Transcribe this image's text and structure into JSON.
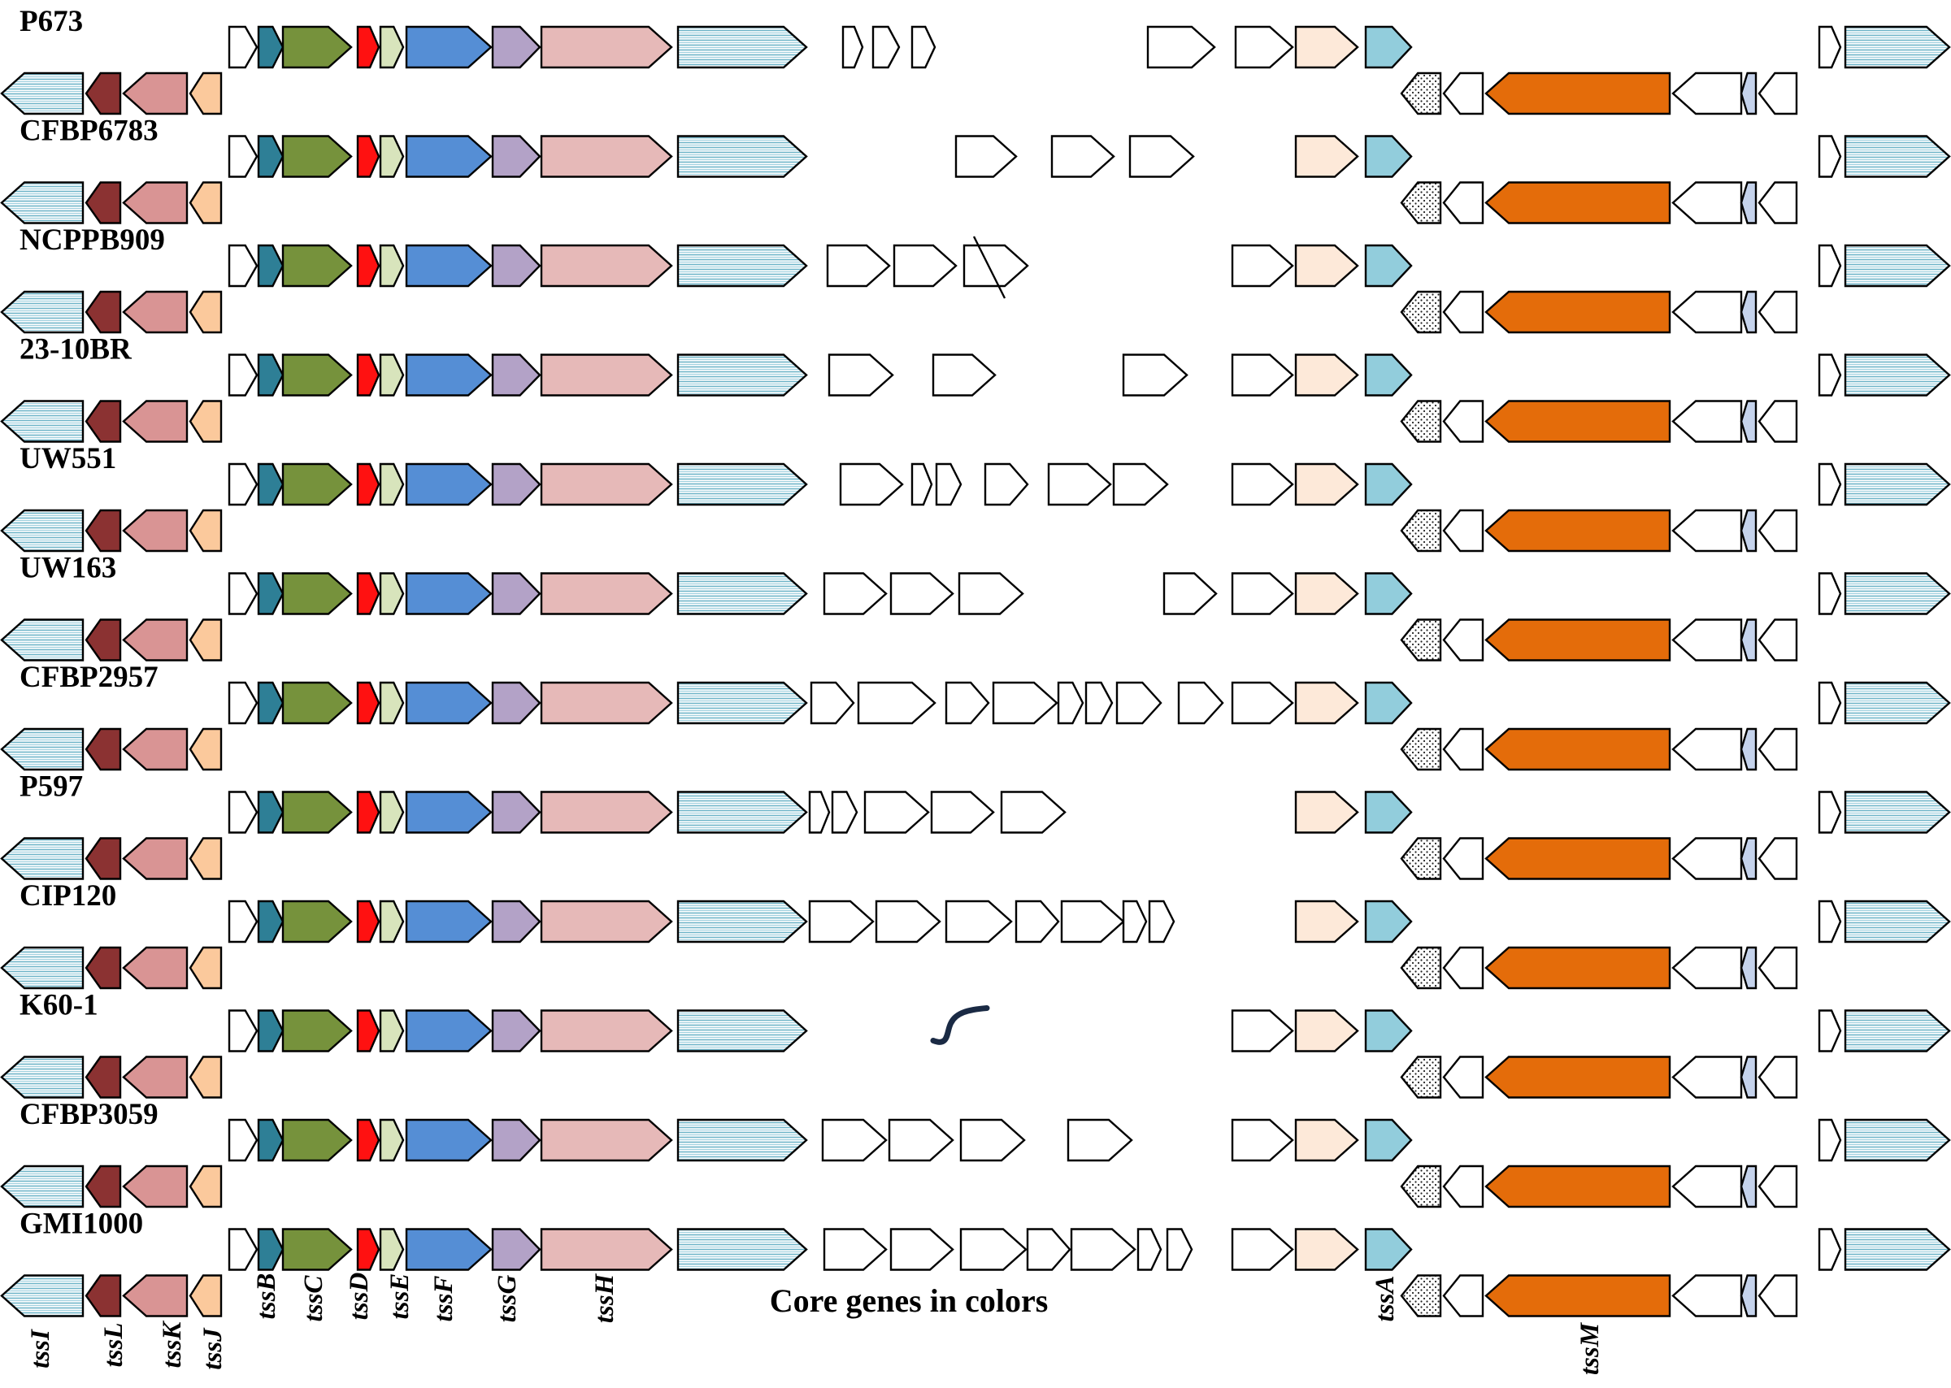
{
  "caption": "Core genes in colors",
  "strains": [
    "P673",
    "CFBP6783",
    "NCPPB909",
    "23-10BR",
    "UW551",
    "UW163",
    "CFBP2957",
    "P597",
    "CIP120",
    "K60-1",
    "CFBP3059",
    "GMI1000"
  ],
  "gene_labels": [
    "tssI",
    "tssL",
    "tssK",
    "tssJ",
    "tssB",
    "tssC",
    "tssD",
    "tssE",
    "tssF",
    "tssG",
    "tssH",
    "tssA",
    "tssM"
  ],
  "colors": {
    "tssI": "#d6eef3",
    "tssL": "#8b3232",
    "tssK": "#d99494",
    "tssJ": "#fbc99c",
    "tssB": "#2e7f96",
    "tssC": "#76923c",
    "tssD": "#ff1111",
    "tssE": "#d8e4bc",
    "tssF": "#558ed5",
    "tssG": "#b3a2c7",
    "tssH": "#e6b9b8",
    "tssA": "#92cddc",
    "tssM": "#e46c0a",
    "light_blue_small": "#c5d3ec",
    "peach_light": "#fde9d9",
    "accessory": "#ffffff",
    "outline": "#000000",
    "stripe": "#6fb5c9"
  },
  "icons": {
    "dotted_gene": "dotted-arrow-icon",
    "disrupted_gene": "strikethrough-gene-icon",
    "contig_break": "squiggle-break-icon"
  }
}
